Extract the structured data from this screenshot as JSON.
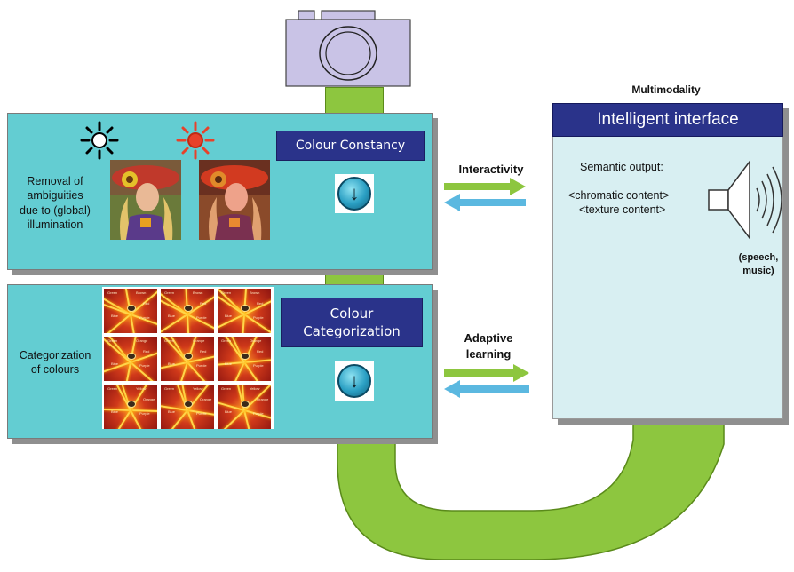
{
  "multimodality_label": "Multimodality",
  "intelligent_interface": {
    "title": "Intelligent interface",
    "semantic_output": "Semantic output:",
    "chromatic_content": "<chromatic content>",
    "texture_content": "<texture content>",
    "sound_caption_line1": "(speech,",
    "sound_caption_line2": "music)"
  },
  "colour_constancy": {
    "title": "Colour Constancy",
    "side_label_line1": "Removal of",
    "side_label_line2": "ambiguities",
    "side_label_line3": "due to (global)",
    "side_label_line4": "illumination"
  },
  "colour_categorization": {
    "title_line1": "Colour",
    "title_line2": "Categorization",
    "side_label_line1": "Categorization",
    "side_label_line2": "of colours",
    "grid_cells": [
      [
        "Green",
        "Brown",
        "Red",
        "Blue",
        "Purple"
      ],
      [
        "Green",
        "Brown",
        "Red",
        "Blue",
        "Purple"
      ],
      [
        "Green",
        "Brown",
        "Red",
        "Blue",
        "Purple"
      ],
      [
        "Green",
        "Orange",
        "Red",
        "Blue",
        "Purple"
      ],
      [
        "Green",
        "Orange",
        "Red",
        "Blue",
        "Purple"
      ],
      [
        "Green",
        "Orange",
        "Red",
        "Blue",
        "Purple"
      ],
      [
        "Green",
        "Yellow",
        "Orange",
        "Blue",
        "Purple"
      ],
      [
        "Green",
        "Yellow",
        "Orange",
        "Blue",
        "Purple"
      ],
      [
        "Green",
        "Yellow",
        "Orange",
        "Blue",
        "Purple"
      ]
    ]
  },
  "interactivity_label": "Interactivity",
  "adaptive_learning_line1": "Adaptive",
  "adaptive_learning_line2": "learning",
  "icons": {
    "camera": "camera-icon",
    "sun_white": "sun-icon",
    "sun_red": "sun-icon",
    "down_button": "down-arrow-icon",
    "speaker": "speaker-icon"
  },
  "colors": {
    "panel_cyan": "#63cdd2",
    "title_navy": "#2a338a",
    "arrow_green": "#8dc63f",
    "arrow_blue": "#5bb8e0",
    "interface_bg": "#d8eff2",
    "camera_lilac": "#c9c3e6"
  }
}
